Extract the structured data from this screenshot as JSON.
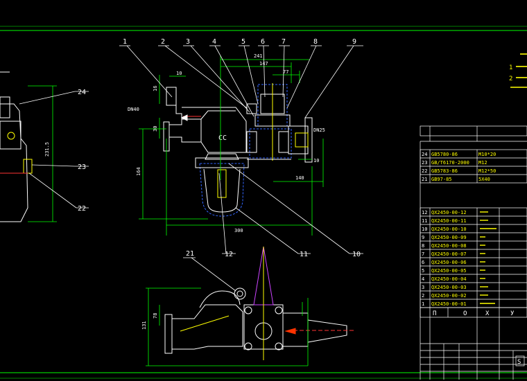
{
  "callouts": {
    "c1": "1",
    "c2": "2",
    "c3": "3",
    "c4": "4",
    "c5": "5",
    "c6": "6",
    "c7": "7",
    "c8": "8",
    "c9": "9",
    "c10": "10",
    "c11": "11",
    "c12": "12",
    "c21": "21",
    "c22": "22",
    "c23": "23",
    "c24": "24"
  },
  "dimensions": {
    "d241": "241",
    "d147": "147",
    "d77": "77",
    "d10a": "10",
    "d16": "16",
    "d30": "30",
    "d164": "164",
    "d300": "300",
    "d140": "140",
    "d10b": "10",
    "d2315": "231.5",
    "d78": "78",
    "d131": "131",
    "cc": "CC",
    "dn_left": "DN40",
    "dn_right": "DN25"
  },
  "notes": {
    "n1": "1",
    "n2": "2"
  },
  "bom": {
    "rows_top": [
      {
        "no": "24",
        "code": "GB5780-86",
        "desc": "M10*20"
      },
      {
        "no": "23",
        "code": "GB/T6170-2000",
        "desc": "M12"
      },
      {
        "no": "22",
        "code": "GB5783-86",
        "desc": "M12*50"
      },
      {
        "no": "21",
        "code": "GB97-85",
        "desc": "5X40"
      }
    ],
    "rows_bottom": [
      {
        "no": "12",
        "code": "QX2450-00-12",
        "desc": ""
      },
      {
        "no": "11",
        "code": "QX2450-00-11",
        "desc": ""
      },
      {
        "no": "10",
        "code": "QX2450-00-10",
        "desc": ""
      },
      {
        "no": "9",
        "code": "QX2450-00-09",
        "desc": ""
      },
      {
        "no": "8",
        "code": "QX2450-00-08",
        "desc": ""
      },
      {
        "no": "7",
        "code": "QX2450-00-07",
        "desc": ""
      },
      {
        "no": "6",
        "code": "QX2450-00-06",
        "desc": ""
      },
      {
        "no": "5",
        "code": "QX2450-00-05",
        "desc": ""
      },
      {
        "no": "4",
        "code": "QX2450-00-04",
        "desc": ""
      },
      {
        "no": "3",
        "code": "QX2450-00-03",
        "desc": ""
      },
      {
        "no": "2",
        "code": "QX2450-00-02",
        "desc": ""
      },
      {
        "no": "1",
        "code": "QX2450-00-01",
        "desc": ""
      }
    ],
    "header": [
      "П",
      "О",
      "Х",
      "У"
    ],
    "s_mark": "S"
  }
}
